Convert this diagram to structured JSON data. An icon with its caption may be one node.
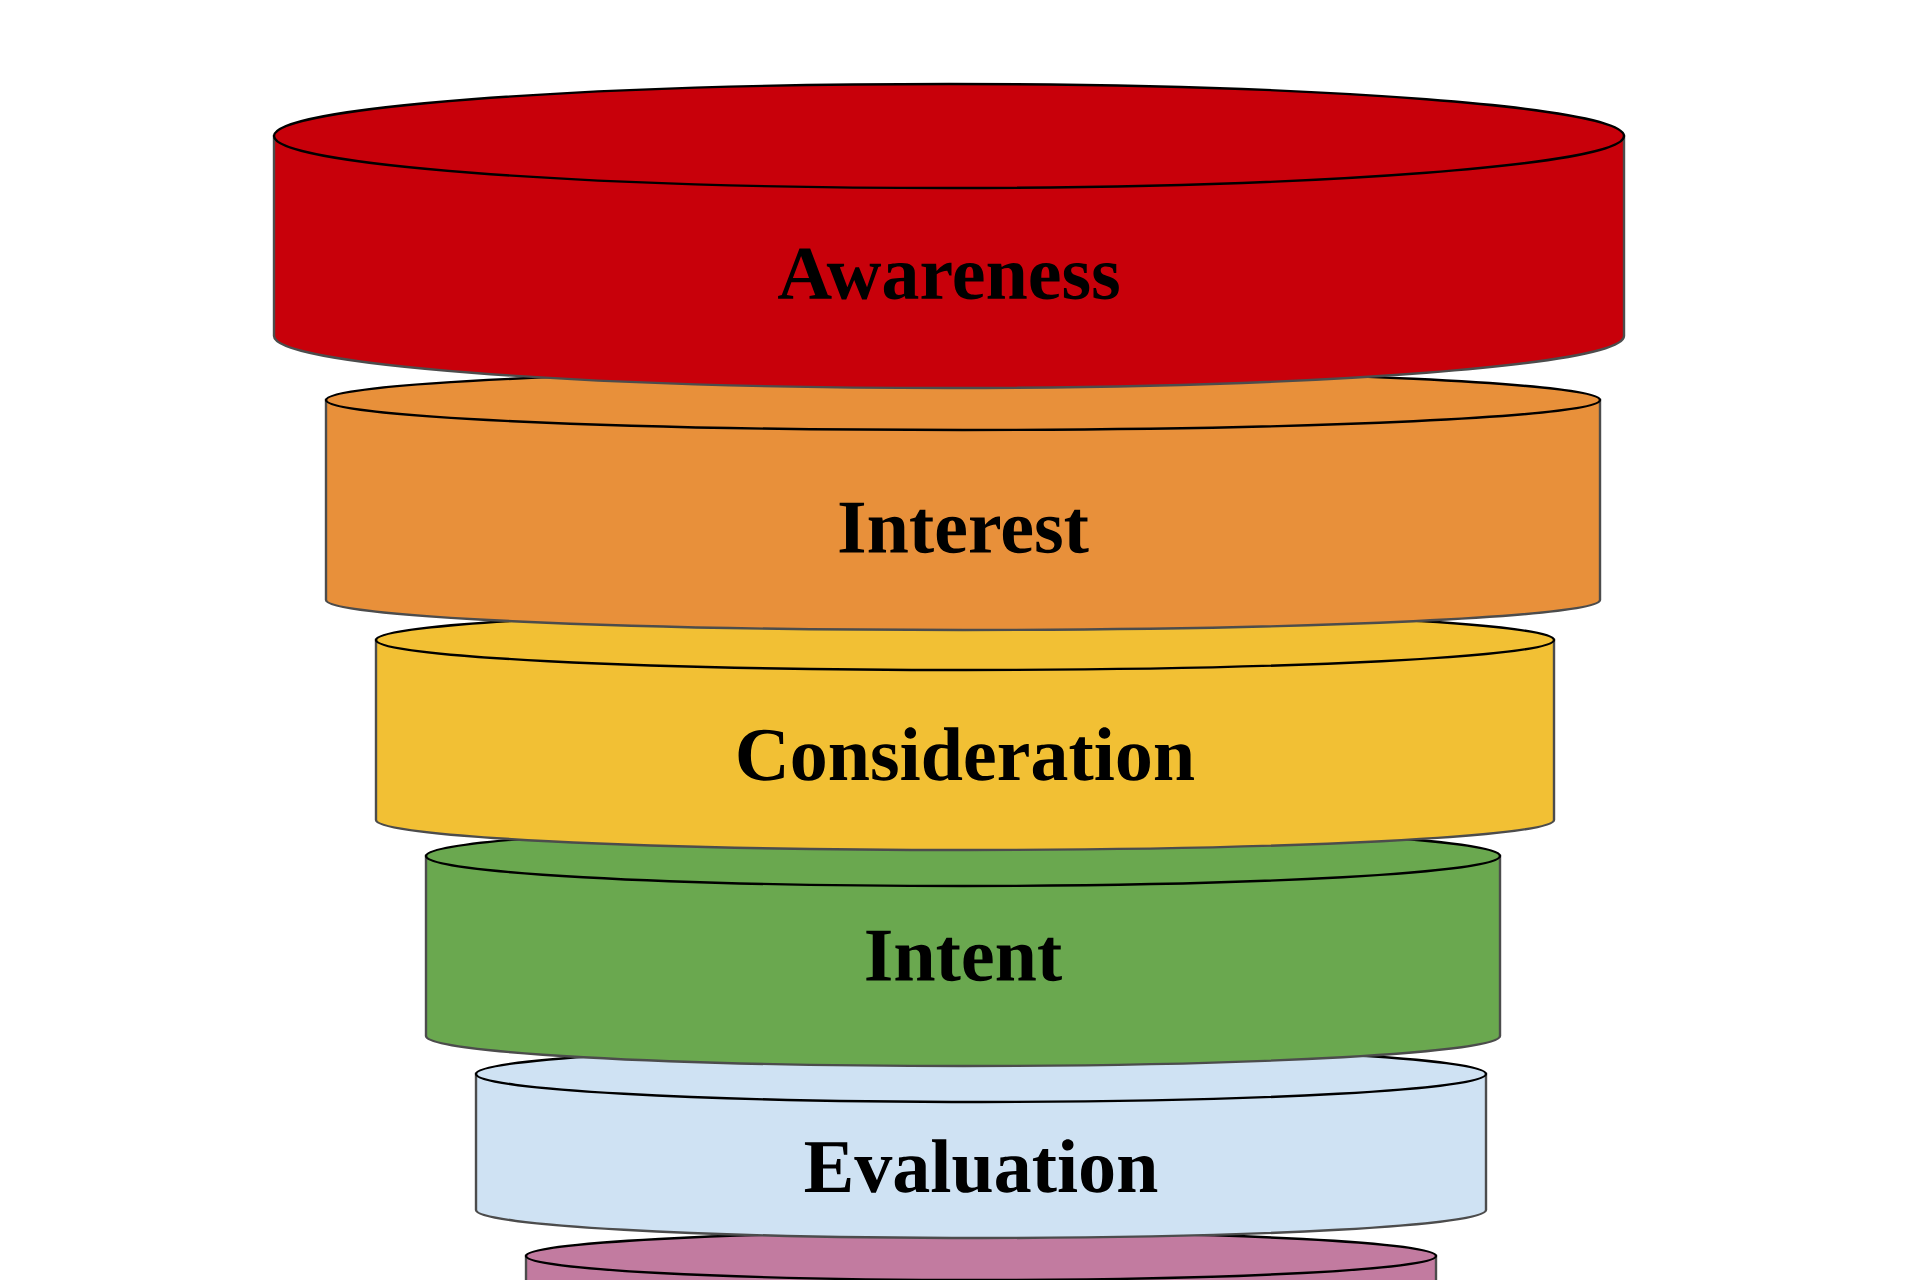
{
  "diagram": {
    "nodes": [
      {
        "text": [
          "Awareness"
        ]
      },
      {
        "text": [
          "Interest"
        ]
      },
      {
        "text": [
          "Consideration"
        ]
      },
      {
        "text": [
          "Intent"
        ]
      },
      {
        "text": [
          "Evaluation"
        ]
      },
      {
        "text": [],
        "shape": "cylinder"
      }
    ]
  }
}
